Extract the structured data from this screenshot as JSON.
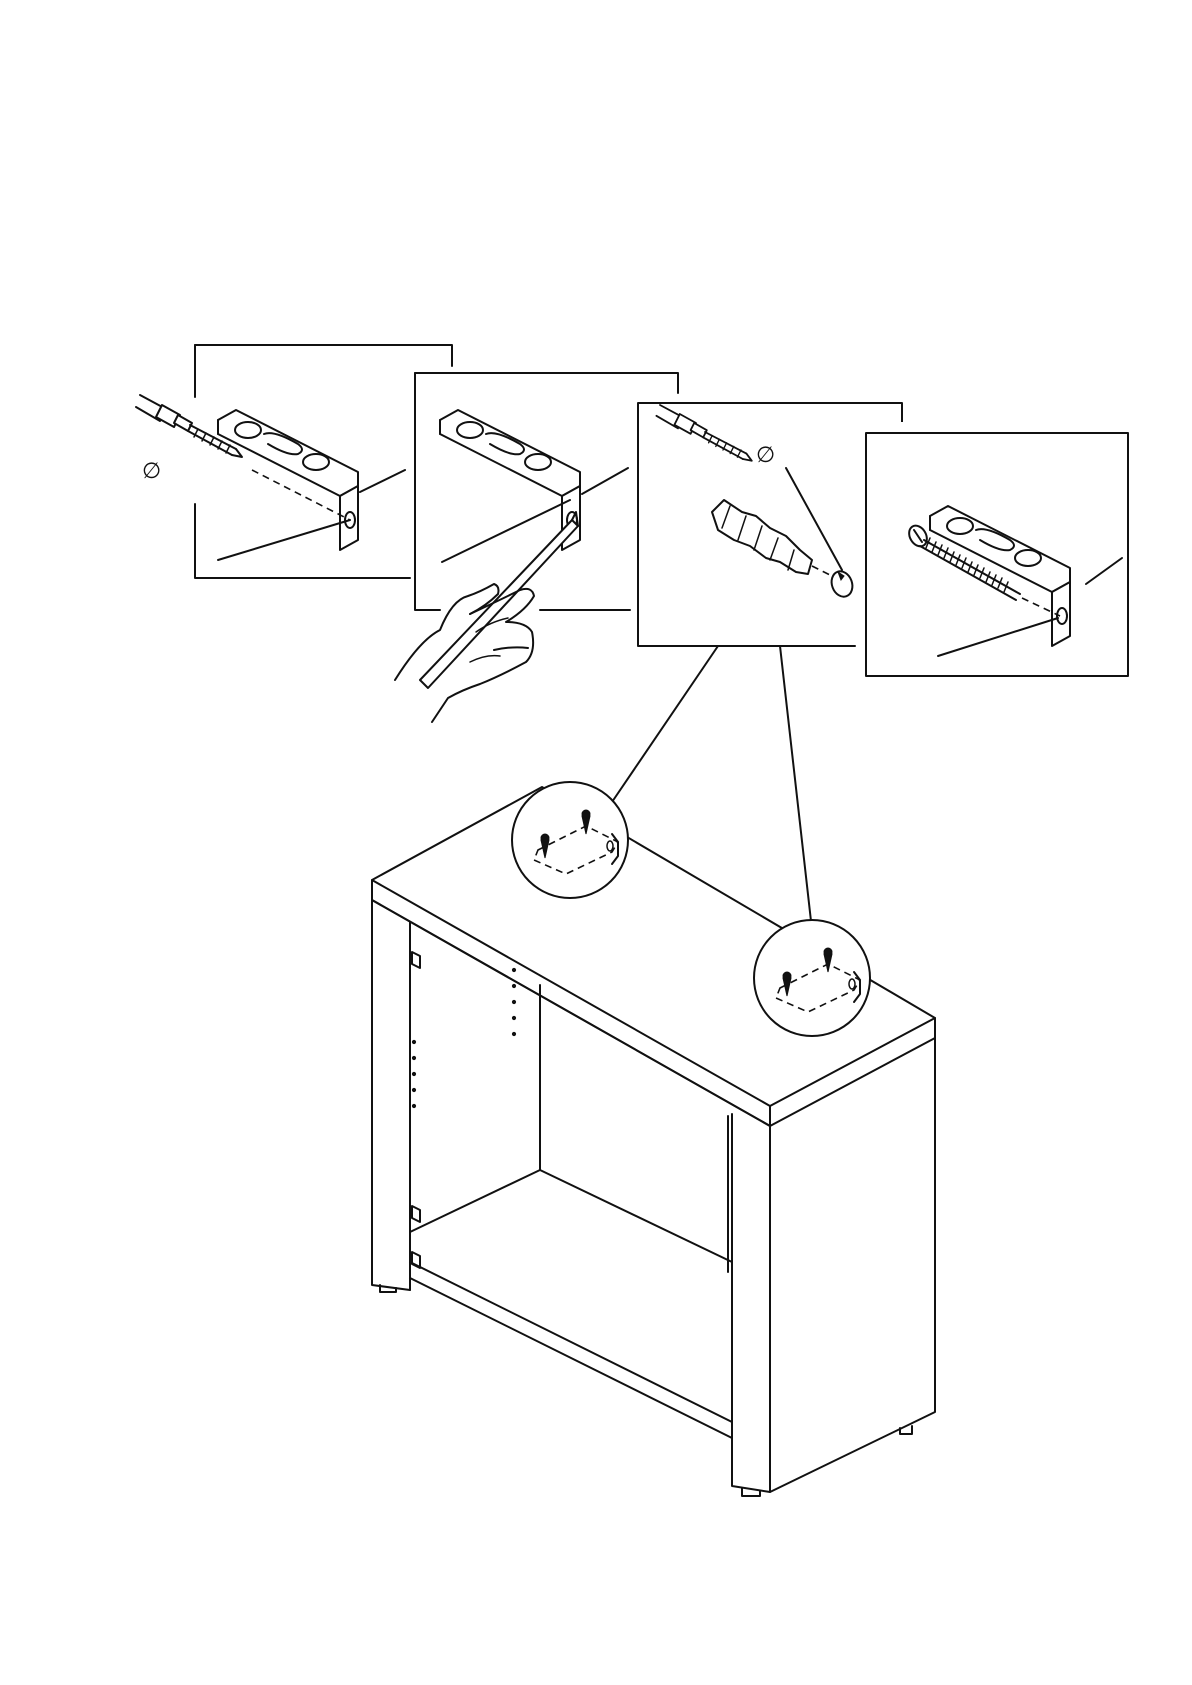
{
  "diagram": {
    "panels": [
      {
        "id": "step-1",
        "tool": "drill",
        "symbol": "∅"
      },
      {
        "id": "step-2",
        "tool": "pencil"
      },
      {
        "id": "step-3",
        "tool": "drill-and-dowel",
        "symbol": "∅"
      },
      {
        "id": "step-4",
        "tool": "screw"
      }
    ],
    "callouts": [
      "bracket-left",
      "bracket-right"
    ],
    "colors": {
      "ink": "#111111",
      "paper": "#ffffff"
    }
  }
}
